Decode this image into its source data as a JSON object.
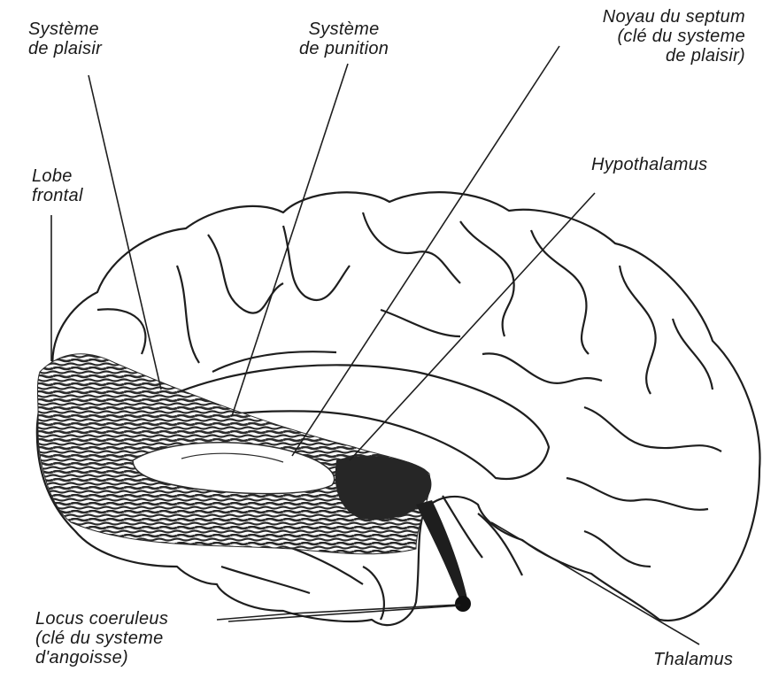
{
  "labels": {
    "pleasure": {
      "line1": "Système",
      "line2": "de plaisir"
    },
    "punishment": {
      "line1": "Système",
      "line2": "de punition"
    },
    "septum": {
      "line1": "Noyau du septum",
      "line2": "(clé du systeme",
      "line3": "de plaisir)"
    },
    "frontal": {
      "line1": "Lobe",
      "line2": "frontal"
    },
    "hypothalamus": {
      "line1": "Hypothalamus"
    },
    "locus": {
      "line1": "Locus coeruleus",
      "line2": "(clé du systeme",
      "line3": "d'angoisse)"
    },
    "thalamus": {
      "line1": "Thalamus"
    }
  }
}
